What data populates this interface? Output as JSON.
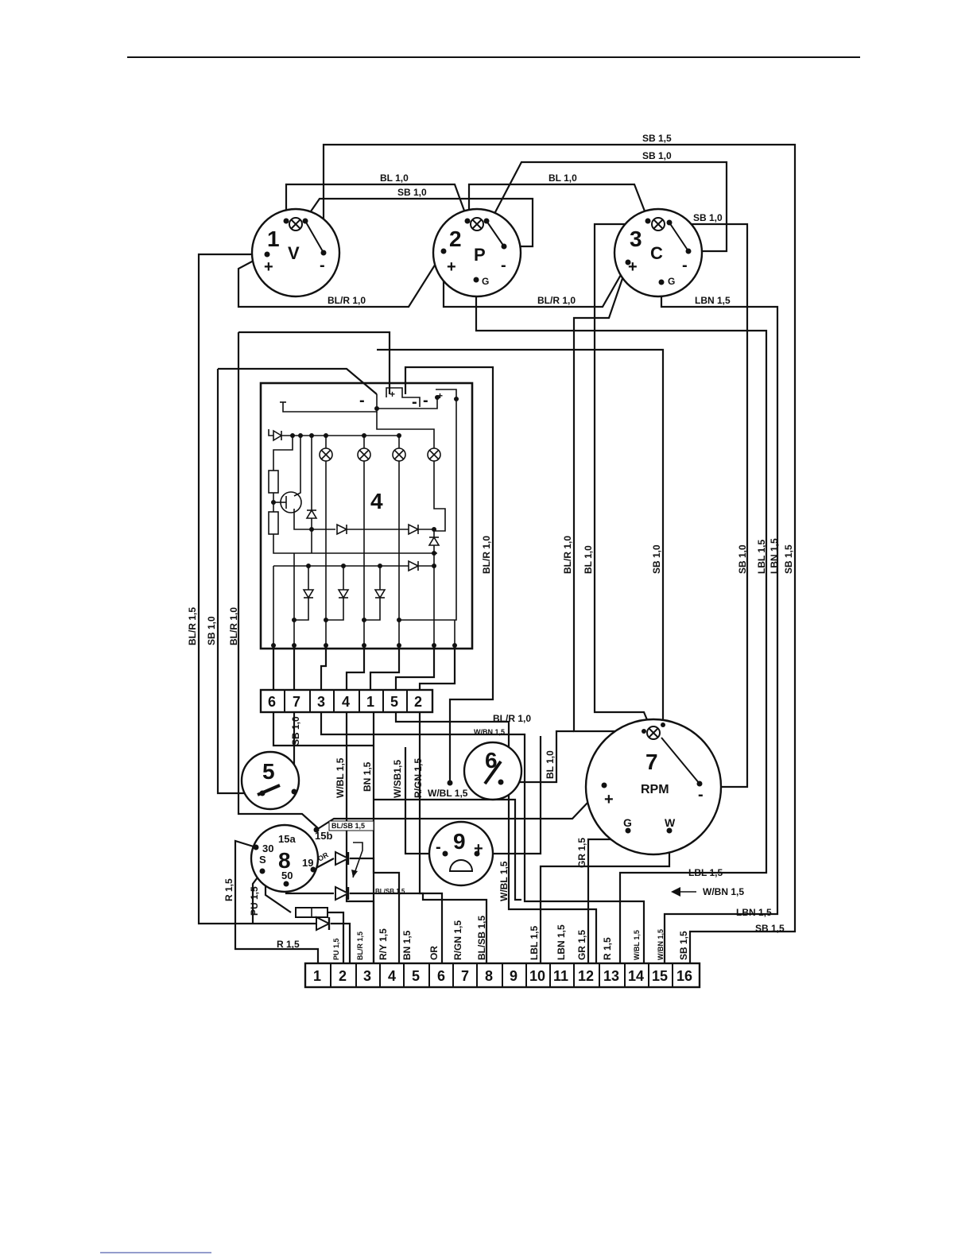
{
  "components": {
    "c1": {
      "number": "1",
      "symbol": "V",
      "plus": "+",
      "minus": "-"
    },
    "c2": {
      "number": "2",
      "symbol": "P",
      "plus": "+",
      "minus": "-",
      "ground": "G"
    },
    "c3": {
      "number": "3",
      "symbol": "C",
      "plus": "+",
      "minus": "-",
      "ground": "G"
    },
    "c4": {
      "number": "4",
      "plus": "+",
      "minus": "-",
      "plus2": "+",
      "minus2": "-",
      "minus3": "-"
    },
    "c5": {
      "number": "5"
    },
    "c6": {
      "number": "6"
    },
    "c7": {
      "number": "7",
      "symbol": "RPM",
      "plus": "+",
      "minus": "-",
      "g": "G",
      "w": "W"
    },
    "c8": {
      "number": "8",
      "t15a": "15a",
      "t15b": "15b",
      "t30": "30",
      "t19": "19",
      "t50": "50",
      "ts": "S"
    },
    "c9": {
      "number": "9",
      "minus": "-",
      "plus": "+"
    }
  },
  "connector_4": [
    "6",
    "7",
    "3",
    "4",
    "1",
    "5",
    "2"
  ],
  "main_connector": [
    "1",
    "2",
    "3",
    "4",
    "5",
    "6",
    "7",
    "8",
    "9",
    "10",
    "11",
    "12",
    "13",
    "14",
    "15",
    "16"
  ],
  "wire_labels_h": {
    "sb15_top": "SB 1,5",
    "sb10_top": "SB 1,0",
    "bl10_a": "BL 1,0",
    "sb10_a": "SB 1,0",
    "bl10_b": "BL 1,0",
    "sb10_c3": "SB 1,0",
    "blr10_a": "BL/R 1,0",
    "blr10_b": "BL/R 1,0",
    "lbn15_c3": "LBN 1,5",
    "blr10_c": "BL/R 1,0",
    "wbn15_a": "W/BN 1,5",
    "wbl15_a": "W/BL 1,5",
    "blsb15_8": "BL/SB 1,5",
    "or_8": "OR",
    "blsb15_8b": "BL/SB 1,5",
    "lbl15_r": "LBL 1,5",
    "wbn15_r": "W/BN 1,5",
    "lbn15_r": "LBN 1,5",
    "sb15_r": "SB 1,5",
    "r15_b": "R 1,5"
  },
  "wire_labels_v": {
    "blr15_l": "BL/R 1,5",
    "sb10_l": "SB 1,0",
    "blr10_l": "BL/R 1,0",
    "blr10_m": "BL/R 1,0",
    "blr10_r": "BL/R 1,0",
    "bl10_r": "BL 1,0",
    "sb10_r": "SB 1,0",
    "sb10_rr": "SB 1,0",
    "lbl15_v": "LBL 1,5",
    "lbn15_v": "LBN 1,5",
    "sb15_v": "SB 1,5",
    "sb10_5": "SB 1,0",
    "wbl15_v": "W/BL 1,5",
    "bn15_v": "BN 1,5",
    "wsb15_v": "W/SB1,5",
    "rgn15_v": "R/GN 1,5",
    "bl10_6": "BL 1,0",
    "gr15_7": "GR 1,5",
    "wbl15_v2": "W/BL 1,5",
    "r15_l": "R 1,5",
    "pu15_l": "PU 1,5",
    "pu15_b": "PU 1,5",
    "blr15_b": "BL/R 1,5",
    "ry15_b": "R/Y 1,5",
    "bn15_b": "BN 1,5",
    "or_b": "OR",
    "rgn15_b": "R/GN 1,5",
    "blsb15_b": "BL/SB 1,5",
    "lbl15_b": "LBL 1,5",
    "lbn15_b": "LBN 1,5",
    "gr15_b": "GR 1,5",
    "r15_b2": "R 1,5",
    "wbl15_b": "W/BL 1,5",
    "wbn15_b": "W/BN 1,5",
    "sb15_b": "SB 1,5"
  }
}
